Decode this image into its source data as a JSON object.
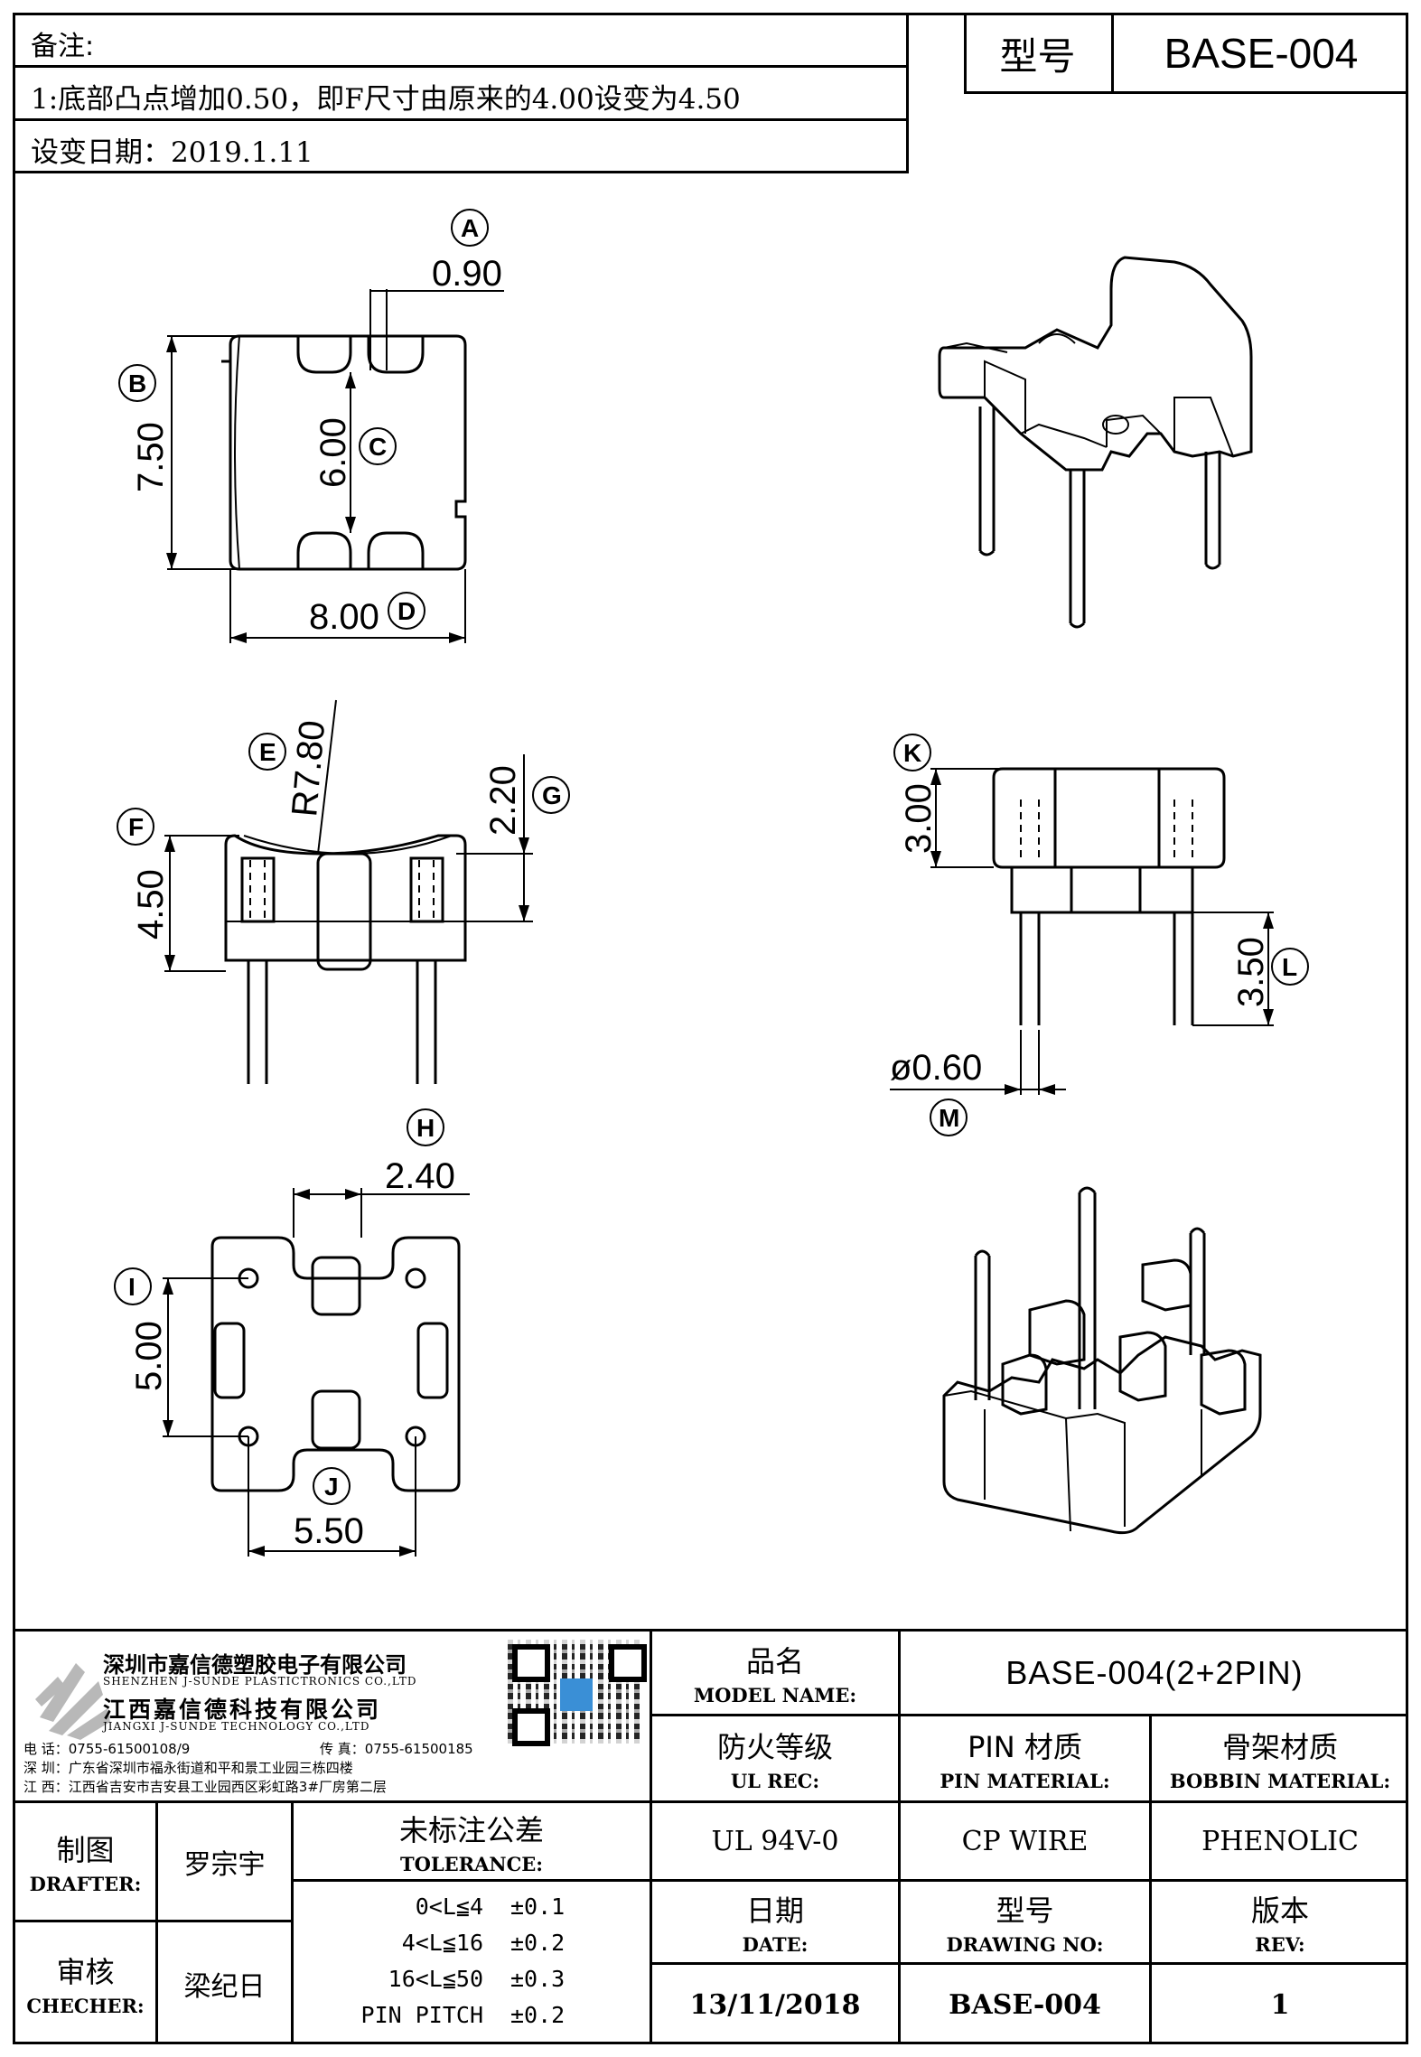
{
  "notes": {
    "title": "备注:",
    "line1": "1:底部凸点增加0.50，即F尺寸由原来的4.00设变为4.50",
    "line2": "设变日期：2019.1.11"
  },
  "header": {
    "model_label": "型号",
    "model_value": "BASE-004"
  },
  "dimensions": {
    "A": {
      "label": "A",
      "value": "0.90"
    },
    "B": {
      "label": "B",
      "value": "7.50"
    },
    "C": {
      "label": "C",
      "value": "6.00"
    },
    "D": {
      "label": "D",
      "value": "8.00"
    },
    "E": {
      "label": "E",
      "value": "R7.80"
    },
    "F": {
      "label": "F",
      "value": "4.50"
    },
    "G": {
      "label": "G",
      "value": "2.20"
    },
    "H": {
      "label": "H",
      "value": "2.40"
    },
    "I": {
      "label": "I",
      "value": "5.00"
    },
    "J": {
      "label": "J",
      "value": "5.50"
    },
    "K": {
      "label": "K",
      "value": "3.00"
    },
    "L": {
      "label": "L",
      "value": "3.50"
    },
    "M": {
      "label": "M",
      "value": "ø0.60"
    }
  },
  "company": {
    "name_cn_1": "深圳市嘉信德塑胶电子有限公司",
    "name_en_1": "SHENZHEN J-SUNDE PLASTICTRONICS CO.,LTD",
    "name_cn_2": "江西嘉信德科技有限公司",
    "name_en_2": "JIANGXI J-SUNDE TECHNOLOGY CO.,LTD",
    "phone": "电 话：0755-61500108/9",
    "fax": "传 真：0755-61500185",
    "addr_sz": "深 圳：广东省深圳市福永街道和平和景工业园三栋四楼",
    "addr_jx": "江 西：江西省吉安市吉安县工业园西区彩虹路3#厂房第二层"
  },
  "title_block": {
    "model_name_cn": "品名",
    "model_name_en": "MODEL NAME:",
    "model_name_value": "BASE-004(2+2PIN)",
    "ul_cn": "防火等级",
    "ul_en": "UL REC:",
    "pin_cn": "PIN 材质",
    "pin_en": "PIN MATERIAL:",
    "bobbin_cn": "骨架材质",
    "bobbin_en": "BOBBIN MATERIAL:",
    "ul_value": "UL 94V-0",
    "pin_value": "CP WIRE",
    "bobbin_value": "PHENOLIC",
    "drafter_cn": "制图",
    "drafter_en": "DRAFTER:",
    "drafter_value": "罗宗宇",
    "checker_cn": "审核",
    "checker_en": "CHECHER:",
    "checker_value": "梁纪日",
    "tolerance_cn": "未标注公差",
    "tolerance_en": "TOLERANCE:",
    "tolerances": [
      {
        "range": "0<L≦4",
        "tol": "±0.1"
      },
      {
        "range": "4<L≦16",
        "tol": "±0.2"
      },
      {
        "range": "16<L≦50",
        "tol": "±0.3"
      },
      {
        "range": "PIN PITCH",
        "tol": "±0.2"
      }
    ],
    "date_cn": "日期",
    "date_en": "DATE:",
    "date_value": "13/11/2018",
    "drawing_cn": "型号",
    "drawing_en": "DRAWING NO:",
    "drawing_value": "BASE-004",
    "rev_cn": "版本",
    "rev_en": "REV:",
    "rev_value": "1"
  }
}
